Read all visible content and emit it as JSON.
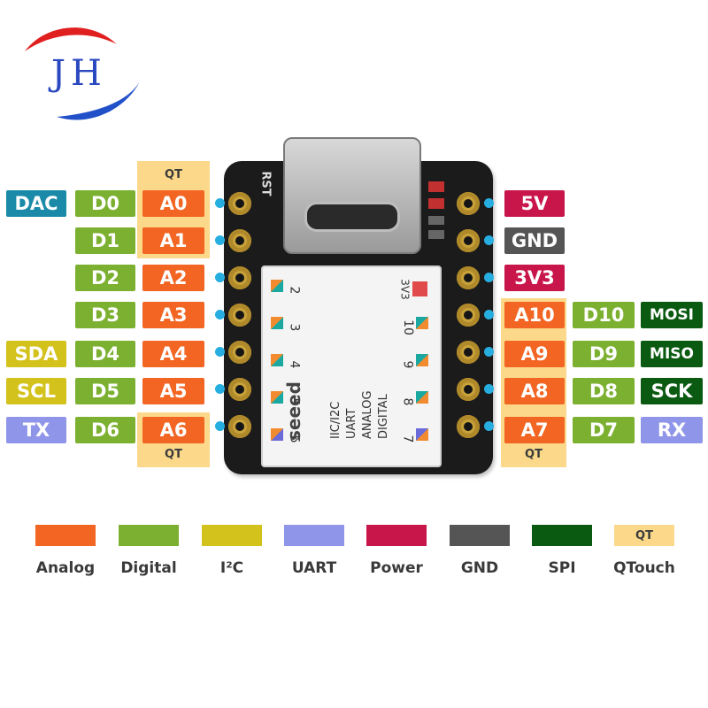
{
  "logo": {
    "text": "JH"
  },
  "colors": {
    "analog": "#f26522",
    "digital": "#7cb030",
    "i2c": "#d4c21c",
    "uart": "#8f95e8",
    "power": "#c8164b",
    "gnd": "#555555",
    "spi": "#0b5a12",
    "qtouch": "#fbd88a",
    "dac": "#1a8aa8",
    "pin_dot": "#27aee0"
  },
  "left_pins": [
    {
      "extra": "DAC",
      "extra_color": "dac",
      "digital": "D0",
      "analog": "A0"
    },
    {
      "extra": "",
      "extra_color": "",
      "digital": "D1",
      "analog": "A1"
    },
    {
      "extra": "",
      "extra_color": "",
      "digital": "D2",
      "analog": "A2"
    },
    {
      "extra": "",
      "extra_color": "",
      "digital": "D3",
      "analog": "A3"
    },
    {
      "extra": "SDA",
      "extra_color": "i2c",
      "digital": "D4",
      "analog": "A4"
    },
    {
      "extra": "SCL",
      "extra_color": "i2c",
      "digital": "D5",
      "analog": "A5"
    },
    {
      "extra": "TX",
      "extra_color": "uart",
      "digital": "D6",
      "analog": "A6"
    }
  ],
  "right_power": [
    {
      "label": "5V",
      "color": "power"
    },
    {
      "label": "GND",
      "color": "gnd"
    },
    {
      "label": "3V3",
      "color": "power"
    }
  ],
  "right_pins": [
    {
      "analog": "A10",
      "digital": "D10",
      "extra": "MOSI",
      "extra_color": "spi"
    },
    {
      "analog": "A9",
      "digital": "D9",
      "extra": "MISO",
      "extra_color": "spi"
    },
    {
      "analog": "A8",
      "digital": "D8",
      "extra": "SCK",
      "extra_color": "spi"
    },
    {
      "analog": "A7",
      "digital": "D7",
      "extra": "RX",
      "extra_color": "uart"
    }
  ],
  "qt_label": "QT",
  "board": {
    "rst_label": "RST",
    "brand": "seeed",
    "chip_left_numbers": [
      "2",
      "3",
      "4",
      "5",
      "6"
    ],
    "chip_right_numbers": [
      "3V3",
      "10",
      "9",
      "8",
      "7"
    ],
    "chip_legend": [
      "IIC/I2C",
      "UART",
      "ANALOG",
      "DIGITAL"
    ]
  },
  "legend": [
    {
      "label": "Analog",
      "color": "analog"
    },
    {
      "label": "Digital",
      "color": "digital"
    },
    {
      "label": "I²C",
      "color": "i2c"
    },
    {
      "label": "UART",
      "color": "uart"
    },
    {
      "label": "Power",
      "color": "power"
    },
    {
      "label": "GND",
      "color": "gnd"
    },
    {
      "label": "SPI",
      "color": "spi"
    },
    {
      "label": "QTouch",
      "color": "qtouch",
      "swatch_text": "QT"
    }
  ]
}
